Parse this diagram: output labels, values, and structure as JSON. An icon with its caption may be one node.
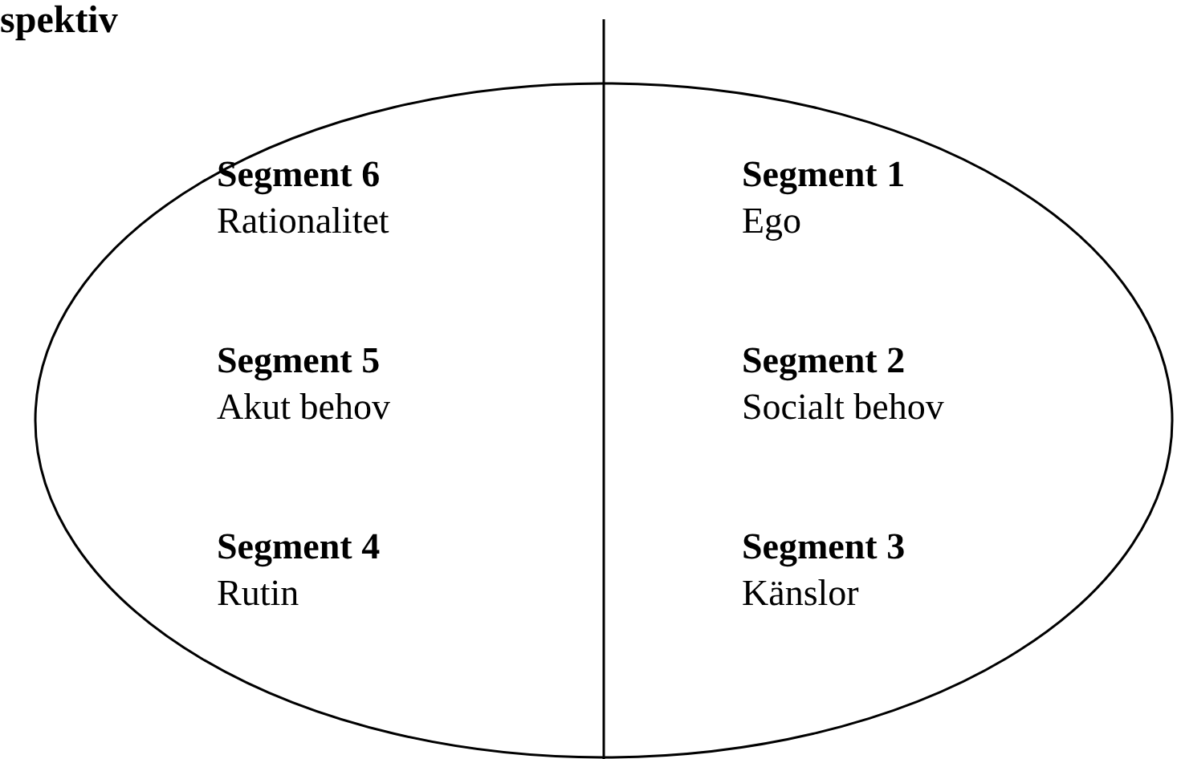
{
  "diagram": {
    "title": "spektiv",
    "nodes": [
      {
        "text": [
          "Segment 6",
          "Rationalitet",
          "Segment 5",
          "Akut behov",
          "Segment 4",
          "Rutin"
        ]
      },
      {
        "text": [
          "Segment 1",
          "Ego",
          "Segment 2",
          "Socialt behov",
          "Segment 3",
          "Känslor"
        ]
      }
    ]
  }
}
